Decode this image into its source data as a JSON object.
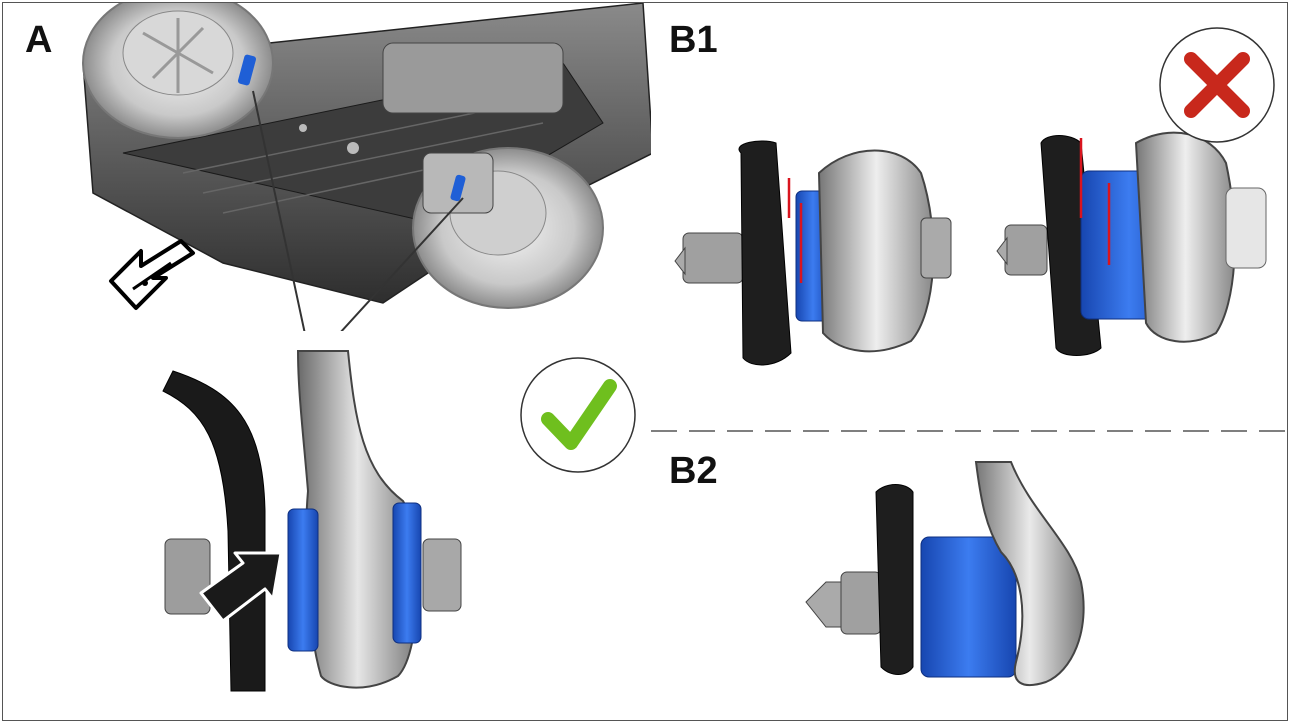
{
  "panels": {
    "a": {
      "label": "A"
    },
    "b1": {
      "label": "B1"
    },
    "b2": {
      "label": "B2"
    }
  },
  "icons": {
    "ok": "check-mark-icon",
    "not_ok": "cross-mark-icon",
    "direction": "vehicle-front-direction-icon",
    "pointer": "pointer-arrow-icon"
  },
  "colors": {
    "bushing": "#1f5fd6",
    "ok": "#6fbf1e",
    "not_ok": "#c8281c",
    "marker": "#d9141e",
    "outline": "#555555"
  }
}
